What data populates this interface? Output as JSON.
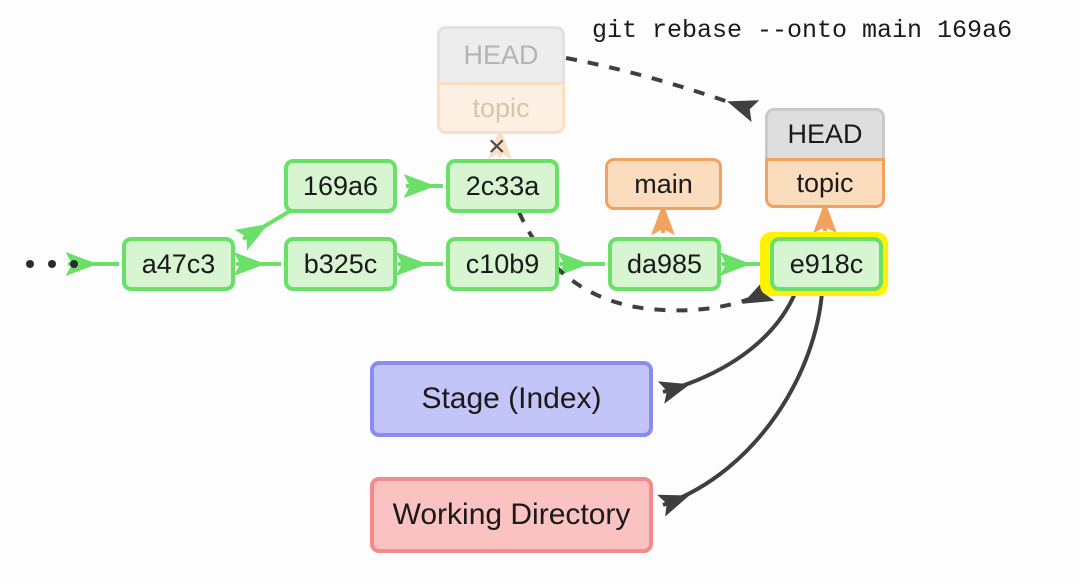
{
  "diagram": {
    "title_command": "git rebase --onto main 169a6",
    "background": "#fdfdfd",
    "colors": {
      "commit_fill": "#d6f5d0",
      "commit_border": "#6ae069",
      "branch_fill": "#fbdcbd",
      "branch_border": "#f2a15e",
      "head_fill": "#dedede",
      "head_border": "#c9c9c9",
      "highlight": "#fff300",
      "stage_fill": "#c3c4f7",
      "stage_border": "#8a8cee",
      "working_fill": "#fbc2c2",
      "working_border": "#f48b8b",
      "arrow_dark": "#3f3f3f",
      "arrow_green": "#6ae069",
      "arrow_orange": "#f2a15e",
      "faded_text": "#b4b4b4"
    },
    "commits": [
      {
        "id": "a47c3",
        "label": "a47c3"
      },
      {
        "id": "b325c",
        "label": "b325c"
      },
      {
        "id": "c10b9",
        "label": "c10b9"
      },
      {
        "id": "da985",
        "label": "da985"
      },
      {
        "id": "e918c",
        "label": "e918c"
      },
      {
        "id": "169a6",
        "label": "169a6"
      },
      {
        "id": "2c33a",
        "label": "2c33a"
      }
    ],
    "refs": {
      "old_head": "HEAD",
      "old_topic": "topic",
      "new_head": "HEAD",
      "new_topic": "topic",
      "main": "main"
    },
    "areas": {
      "stage": "Stage (Index)",
      "working_directory": "Working Directory"
    },
    "ellipsis": "· · ·",
    "cross_mark": "×",
    "notes": {
      "highlighted_commit": "e918c",
      "removed_ref_target": "2c33a",
      "rebase_target_branch": "main",
      "rebase_upstream": "169a6"
    }
  }
}
